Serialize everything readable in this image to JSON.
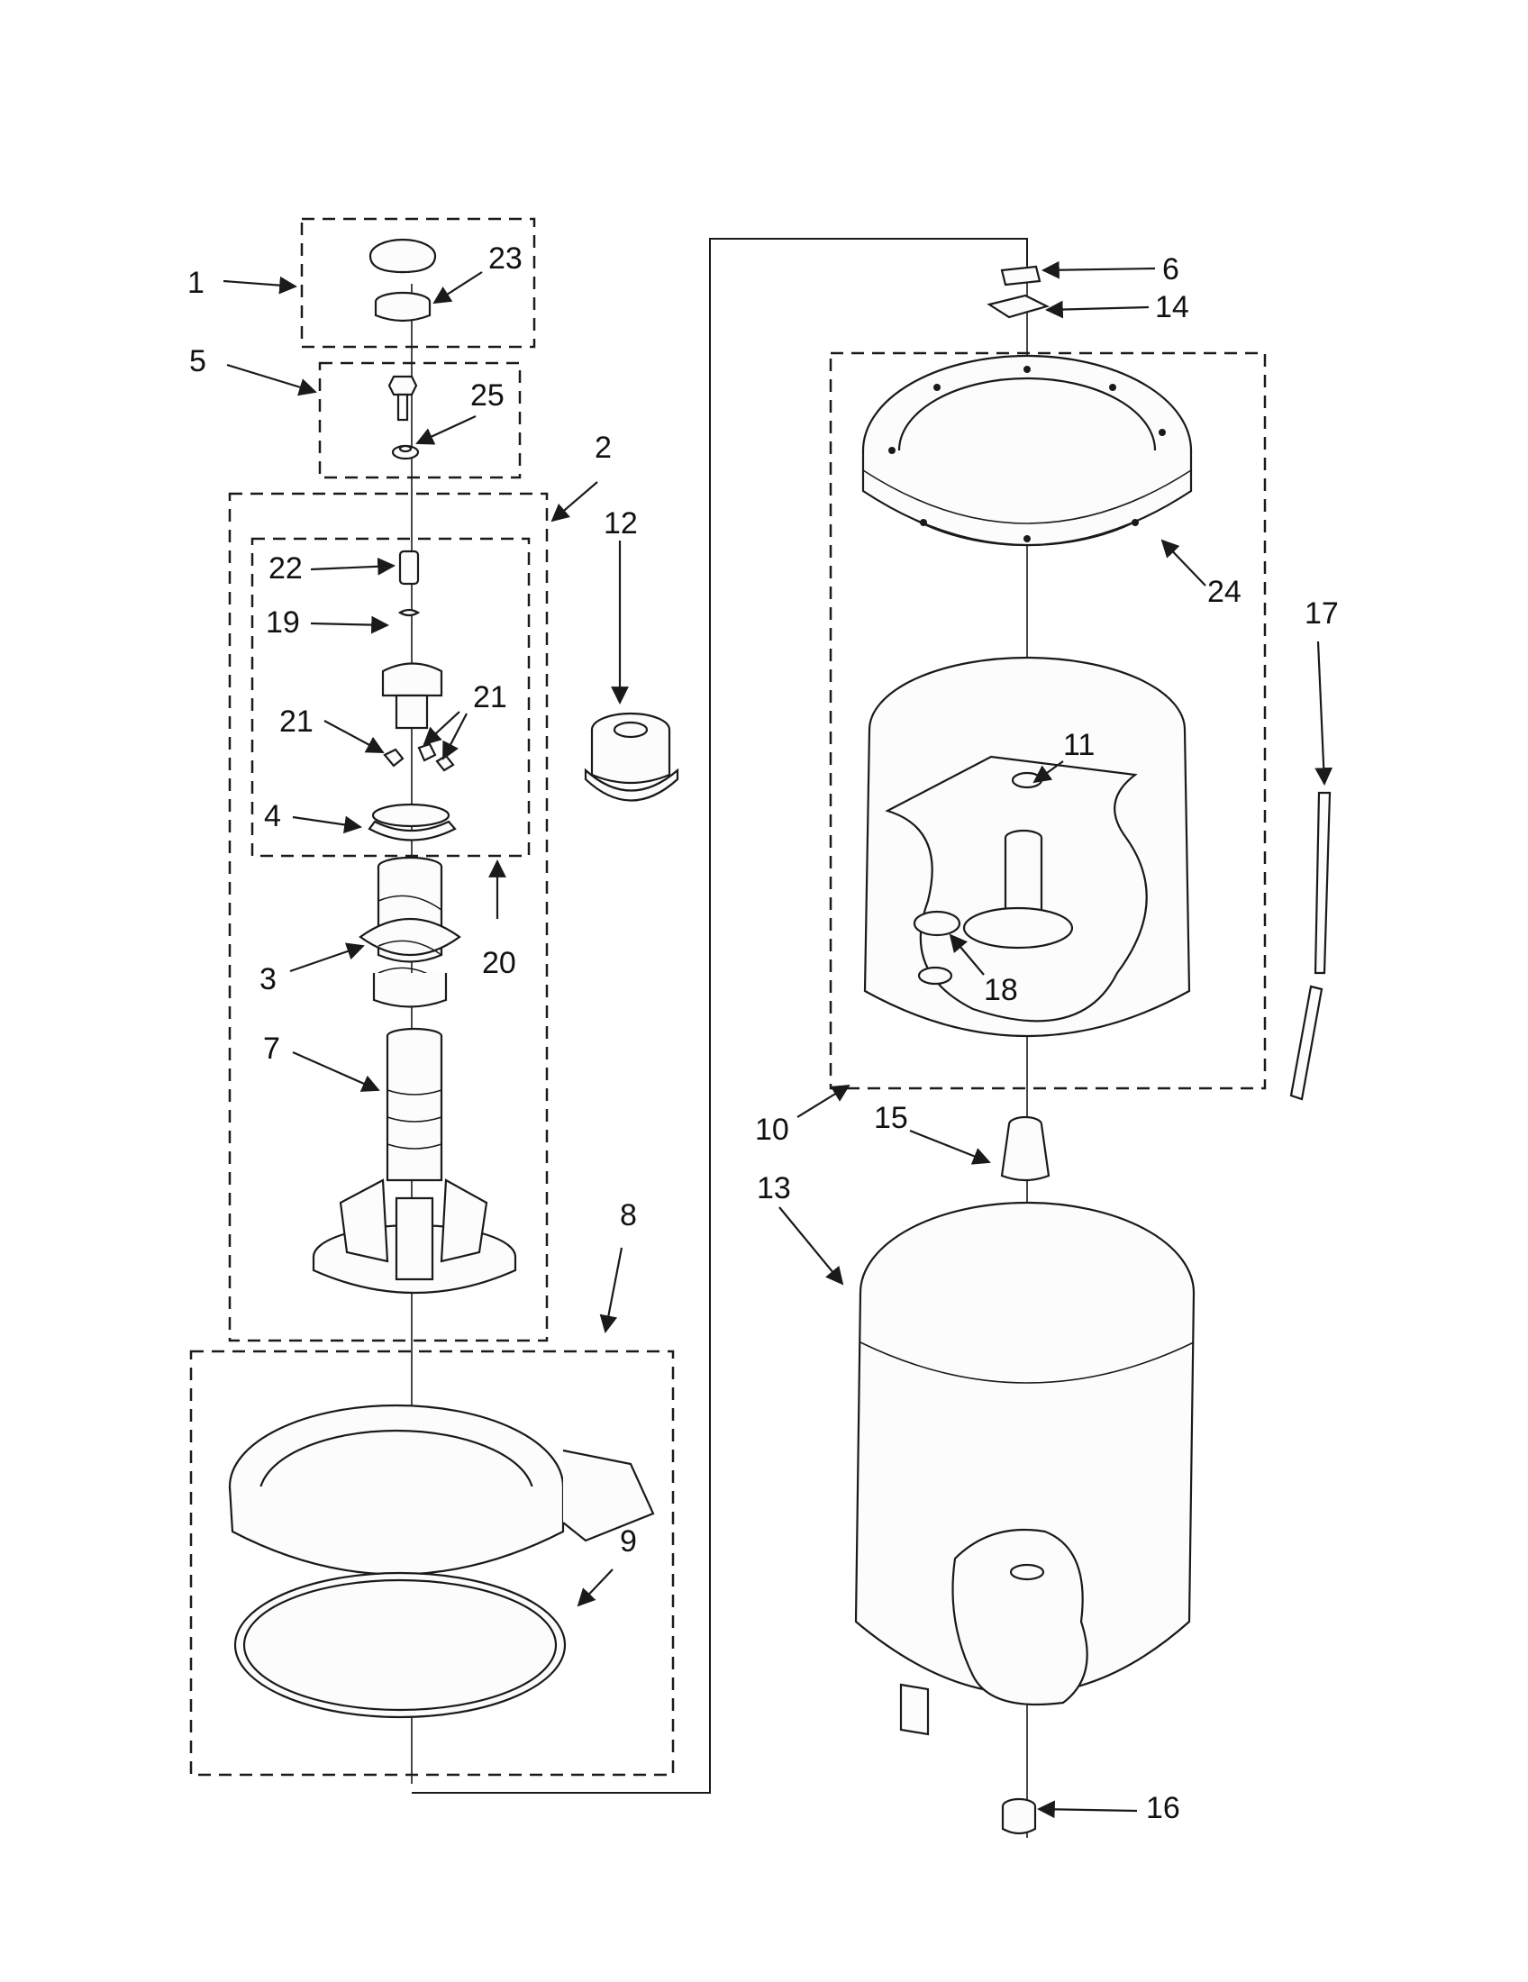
{
  "callouts": [
    "1",
    "2",
    "3",
    "4",
    "5",
    "6",
    "7",
    "8",
    "9",
    "10",
    "11",
    "12",
    "13",
    "14",
    "15",
    "16",
    "17",
    "18",
    "19",
    "20",
    "21",
    "21",
    "22",
    "23",
    "24",
    "25"
  ]
}
